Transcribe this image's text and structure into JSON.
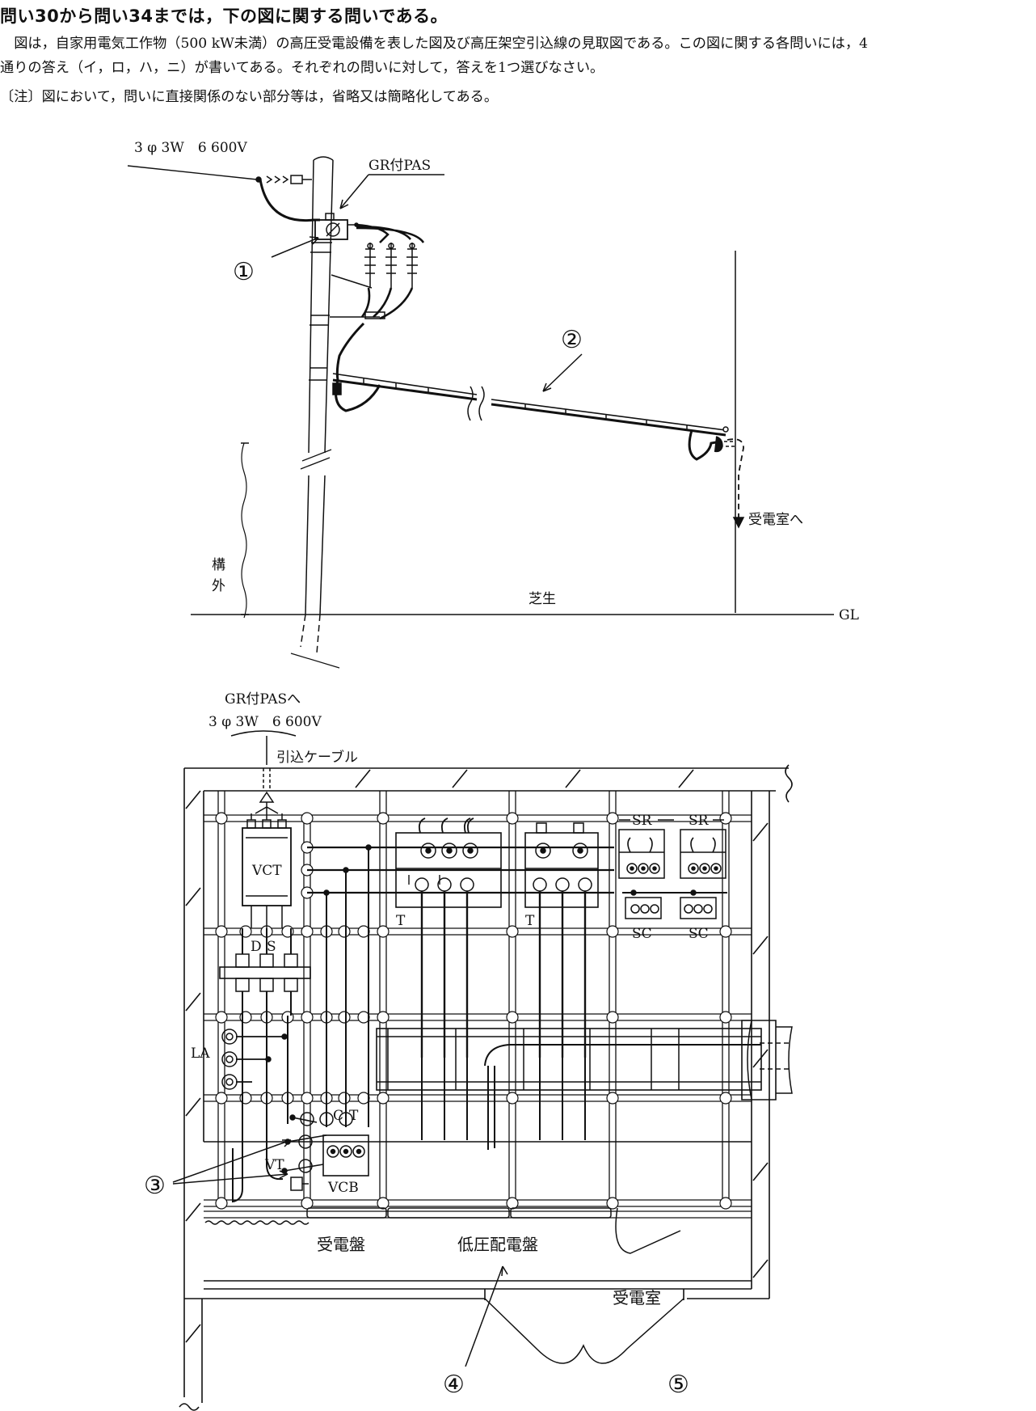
{
  "header": {
    "title": "問い30から問い34までは，下の図に関する問いである。",
    "line1": "　図は，自家用電気工作物（500 kW未満）の高圧受電設備を表した図及び高圧架空引込線の見取図である。この図に関する各問いには，4",
    "line2": "通りの答え（イ，ロ，ハ，ニ）が書いてある。それぞれの問いに対して，答えを1つ選びなさい。",
    "note": "〔注〕図において，問いに直接関係のない部分等は，省略又は簡略化してある。"
  },
  "top_diagram": {
    "supply_label": "3 φ 3W　6 600V",
    "pas_label": "GR付PAS",
    "callout_1": "①",
    "callout_2": "②",
    "to_room_label": "受電室へ",
    "outside_label_1": "構",
    "outside_label_2": "外",
    "grass_label": "芝生",
    "ground_label": "GL"
  },
  "bottom_diagram": {
    "to_pas_label": "GR付PASへ",
    "supply_label": "3 φ 3W　6 600V",
    "cable_label": "引込ケーブル",
    "vct_label": "VCT",
    "ds_label_d": "D",
    "ds_label_s": "S",
    "la_label": "LA",
    "ct_label_c": "C",
    "ct_label_t": "T",
    "vt_label": "VT",
    "vcb_label": "VCB",
    "t_label_1": "T",
    "t_label_2": "T",
    "sr_label_1": "SR",
    "sr_label_2": "SR",
    "sc_label_1": "SC",
    "sc_label_2": "SC",
    "receiving_panel_label": "受電盤",
    "lv_panel_label": "低圧配電盤",
    "room_label": "受電室",
    "callout_3": "③",
    "callout_4": "④",
    "callout_5": "⑤"
  }
}
